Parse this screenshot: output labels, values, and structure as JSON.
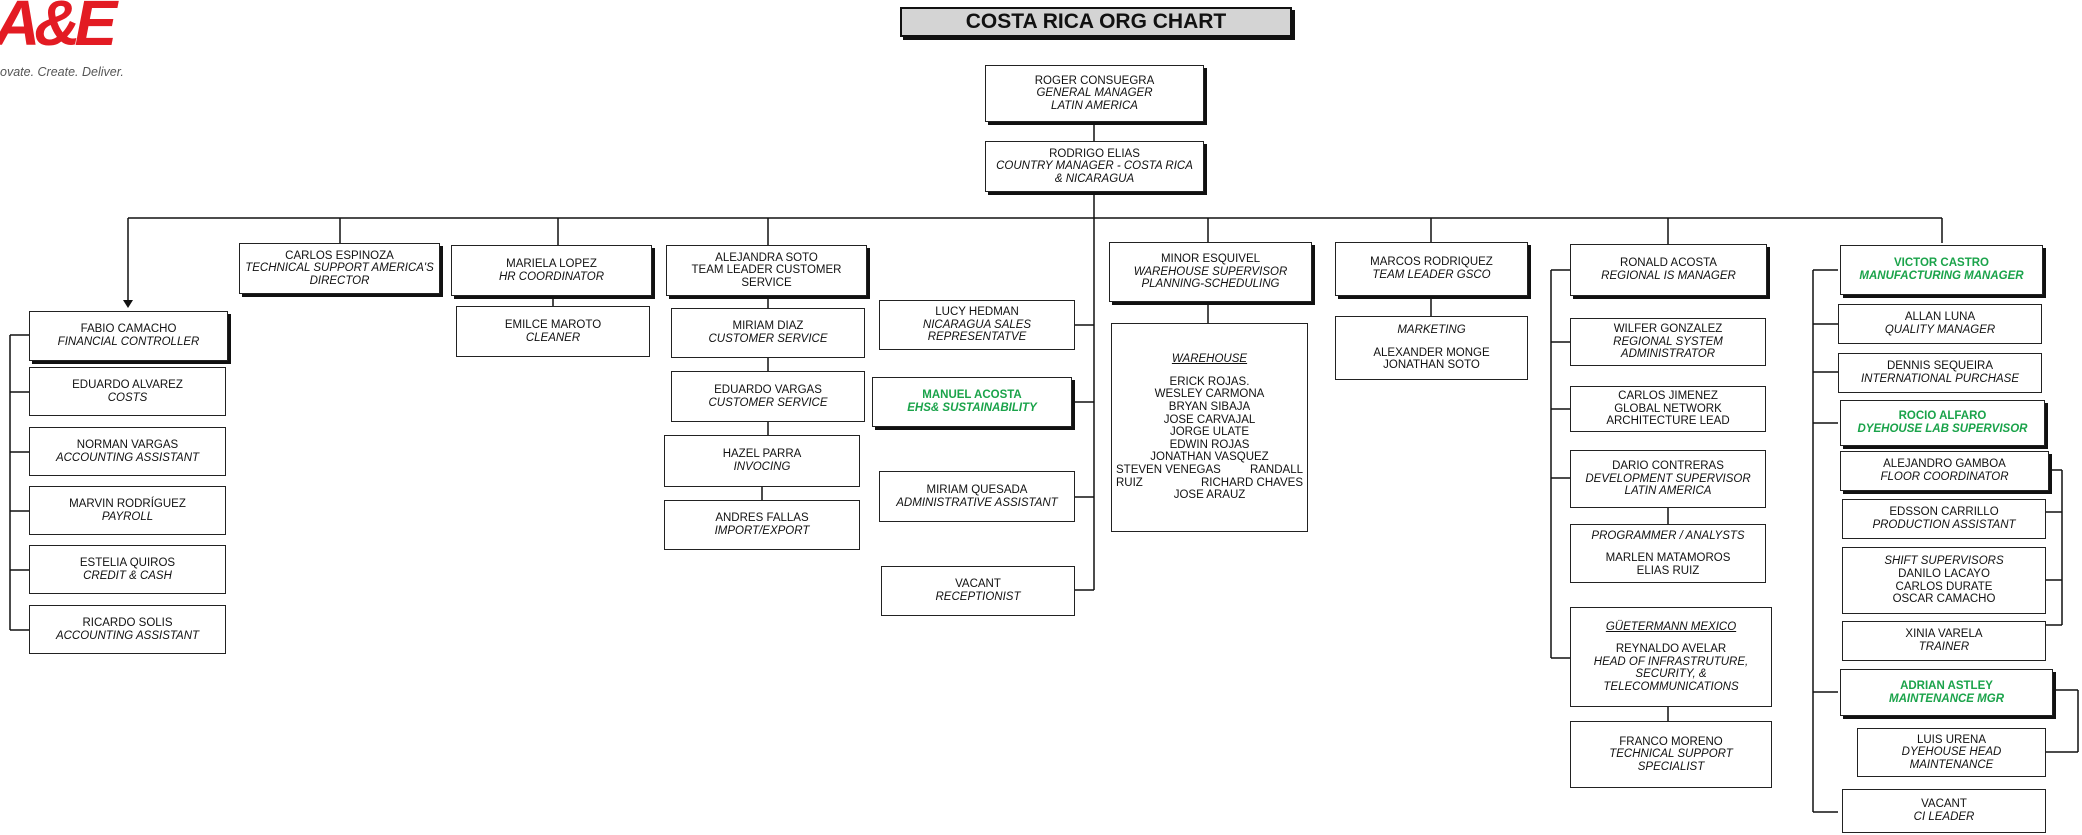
{
  "logo": {
    "mark": "A&E",
    "tagline": "ovate. Create. Deliver."
  },
  "title": "COSTA RICA ORG CHART",
  "top": [
    {
      "name": "ROGER CONSUEGRA",
      "title1": "GENERAL MANAGER",
      "title2": "LATIN AMERICA"
    },
    {
      "name": "RODRIGO ELIAS",
      "title1": "COUNTRY MANAGER - COSTA RICA",
      "title2": "& NICARAGUA"
    }
  ],
  "finance": [
    {
      "name": "FABIO CAMACHO",
      "title": "FINANCIAL CONTROLLER"
    },
    {
      "name": "EDUARDO  ALVAREZ",
      "title": "COSTS"
    },
    {
      "name": "NORMAN VARGAS",
      "title": "ACCOUNTING ASSISTANT"
    },
    {
      "name": "MARVIN RODRÍGUEZ",
      "title": "PAYROLL"
    },
    {
      "name": "ESTELIA QUIROS",
      "title": "CREDIT & CASH"
    },
    {
      "name": "RICARDO SOLIS",
      "title": "ACCOUNTING ASSISTANT"
    }
  ],
  "tech_support": {
    "name": "CARLOS ESPINOZA",
    "title1": "TECHNICAL SUPPORT AMERICA'S",
    "title2": "DIRECTOR"
  },
  "hr": [
    {
      "name": "MARIELA LOPEZ",
      "title": "HR COORDINATOR"
    },
    {
      "name": "EMILCE MAROTO",
      "title": "CLEANER"
    }
  ],
  "customer_service": [
    {
      "name": "ALEJANDRA SOTO",
      "title": "TEAM LEADER CUSTOMER SERVICE"
    },
    {
      "name": "MIRIAM DIAZ",
      "title": "CUSTOMER SERVICE"
    },
    {
      "name": "EDUARDO VARGAS",
      "title": "CUSTOMER SERVICE"
    },
    {
      "name": "HAZEL PARRA",
      "title": "INVOCING"
    },
    {
      "name": "ANDRES FALLAS",
      "title": "IMPORT/EXPORT"
    }
  ],
  "center_left": [
    {
      "name": "LUCY HEDMAN",
      "title1": "NICARAGUA SALES",
      "title2": "REPRESENTATVE"
    },
    {
      "name": "MANUEL ACOSTA",
      "title1": "EHS& SUSTAINABILITY",
      "title2": ""
    },
    {
      "name": "MIRIAM QUESADA",
      "title1": "ADMINISTRATIVE ASSISTANT",
      "title2": ""
    },
    {
      "name": "VACANT",
      "title1": "RECEPTIONIST",
      "title2": ""
    }
  ],
  "warehouse_sup": {
    "name": "MINOR ESQUIVEL",
    "title1": "WAREHOUSE SUPERVISOR",
    "title2": "PLANNING-SCHEDULING"
  },
  "warehouse": {
    "heading": "WAREHOUSE",
    "members": [
      "ERICK  ROJAS.",
      "WESLEY CARMONA",
      "BRYAN SIBAJA",
      "JOSE CARVAJAL",
      "JORGE ULATE",
      "EDWIN ROJAS",
      "JONATHAN VASQUEZ"
    ],
    "row1_left": "STEVEN VENEGAS",
    "row1_right": "RANDALL",
    "row2_left": "RUIZ",
    "row2_right": "RICHARD CHAVES",
    "last": "JOSE ARAUZ"
  },
  "gsco": {
    "name": "MARCOS RODRIQUEZ",
    "title": "TEAM LEADER GSCO"
  },
  "marketing": {
    "heading": "MARKETING",
    "members": [
      "ALEXANDER  MONGE",
      "JONATHAN SOTO"
    ]
  },
  "it": [
    {
      "name": "RONALD  ACOSTA",
      "title1": "REGIONAL IS MANAGER",
      "title2": ""
    },
    {
      "name": "WILFER GONZALEZ",
      "title1": "REGIONAL SYSTEM",
      "title2": "ADMINISTRATOR"
    },
    {
      "name": "CARLOS JIMENEZ",
      "title1": "GLOBAL NETWORK",
      "title2": "ARCHITECTURE LEAD"
    },
    {
      "name": "DARIO CONTRERAS",
      "title1": "DEVELOPMENT  SUPERVISOR",
      "title2": "LATIN AMERICA"
    }
  ],
  "programmers": {
    "heading": "PROGRAMMER / ANALYSTS",
    "members": [
      "MARLEN  MATAMOROS",
      "ELIAS RUIZ"
    ]
  },
  "gutermann": {
    "heading": "GÜETERMANN MEXICO",
    "name": "REYNALDO AVELAR",
    "lines": [
      "HEAD OF INFRASTRUTURE,",
      "SECURITY, &",
      "TELECOMMUNICATIONS"
    ]
  },
  "franco": {
    "name": "FRANCO MORENO",
    "title": "TECHNICAL SUPPORT SPECIALIST"
  },
  "manufacturing": [
    {
      "name": "VICTOR CASTRO",
      "title": "MANUFACTURING MANAGER"
    },
    {
      "name": "ALLAN LUNA",
      "title": "QUALITY MANAGER"
    },
    {
      "name": "DENNIS SEQUEIRA",
      "title": "INTERNATIONAL PURCHASE"
    },
    {
      "name": "ROCIO ALFARO",
      "title": "DYEHOUSE LAB SUPERVISOR"
    },
    {
      "name": "ALEJANDRO GAMBOA",
      "title": "FLOOR COORDINATOR"
    },
    {
      "name": "EDSSON CARRILLO",
      "title": "PRODUCTION ASSISTANT"
    }
  ],
  "shift": {
    "heading": "SHIFT SUPERVISORS",
    "members": [
      "DANILO LACAYO",
      "CARLOS DURATE",
      "OSCAR CAMACHO"
    ]
  },
  "manufacturing2": [
    {
      "name": "XINIA  VARELA",
      "title": "TRAINER"
    },
    {
      "name": "ADRIAN ASTLEY",
      "title": "MAINTENANCE MGR"
    },
    {
      "name": "LUIS URENA",
      "title": "DYEHOUSE HEAD MAINTENANCE"
    },
    {
      "name": "VACANT",
      "title": "CI LEADER"
    }
  ],
  "colors": {
    "green": "#1aa34a",
    "logo_red": "#e31b23",
    "title_bg": "#d4d4d4"
  }
}
